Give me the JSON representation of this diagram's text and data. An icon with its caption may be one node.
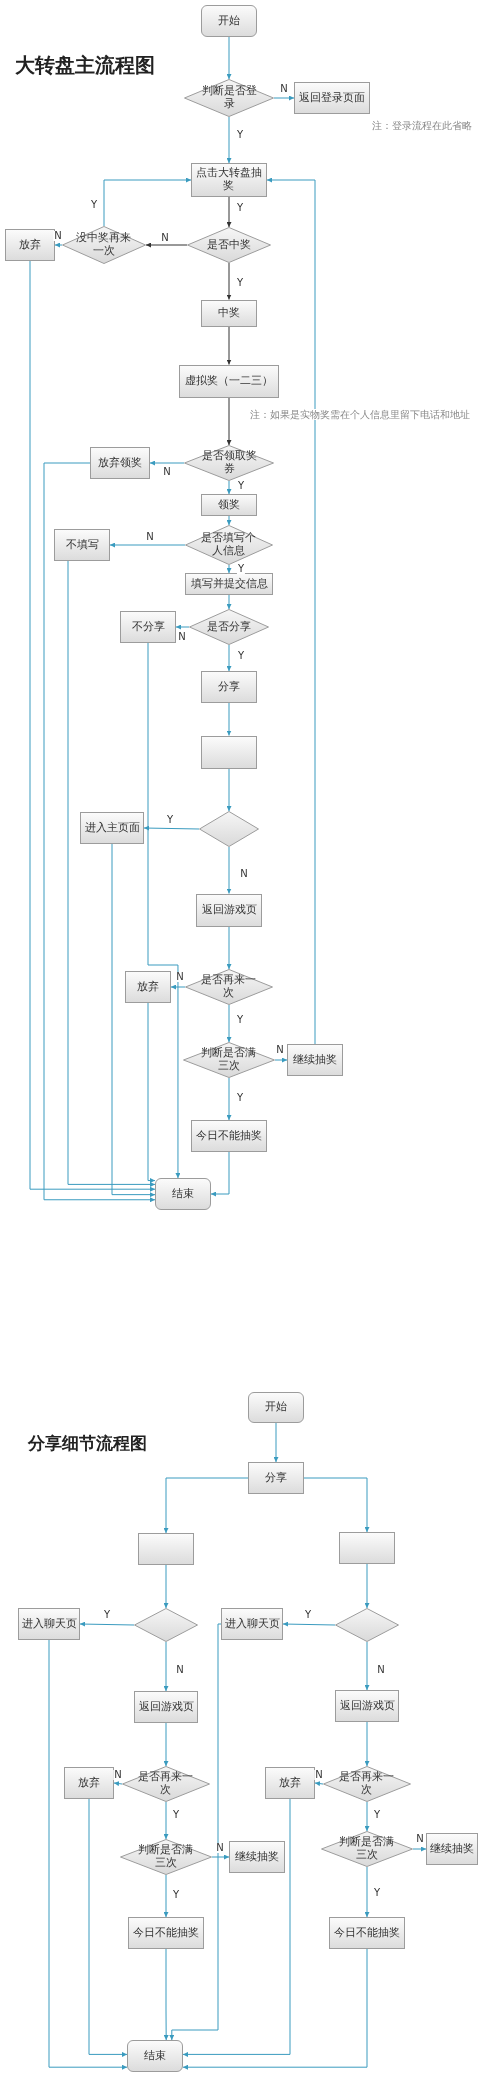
{
  "diagram": {
    "title": "大转盘主流程图",
    "nodes": [
      {
        "text": [
          "开始"
        ]
      },
      {
        "text": [
          "判断是否登录"
        ]
      },
      {
        "text": [
          "返回登录页面"
        ]
      },
      {
        "text": [
          "点击大转盘抽奖"
        ]
      },
      {
        "text": [
          "是否中奖"
        ]
      },
      {
        "text": [
          "没中奖再来一次"
        ]
      },
      {
        "text": [
          "放弃"
        ]
      },
      {
        "text": [
          "中奖"
        ]
      },
      {
        "text": [
          "虚拟奖（一二三）"
        ]
      },
      {
        "text": [
          "是否领取奖券"
        ]
      },
      {
        "text": [
          "放弃领奖"
        ]
      },
      {
        "text": [
          "领奖"
        ]
      },
      {
        "text": [
          "是否填写个人信息"
        ]
      },
      {
        "text": [
          "不填写"
        ]
      },
      {
        "text": [
          "填写并提交信息"
        ]
      },
      {
        "text": [
          "是否分享"
        ]
      },
      {
        "text": [
          "不分享"
        ]
      },
      {
        "text": [
          "分享"
        ]
      },
      {
        "text": [],
        "shape": "box"
      },
      {
        "text": [],
        "shape": "diamond"
      },
      {
        "text": [
          "进入主页面"
        ]
      },
      {
        "text": [
          "返回游戏页"
        ]
      },
      {
        "text": [
          "是否再来一次"
        ]
      },
      {
        "text": [
          "放弃"
        ]
      },
      {
        "text": [
          "判断是否满三次"
        ]
      },
      {
        "text": [
          "继续抽奖"
        ]
      },
      {
        "text": [
          "今日不能抽奖"
        ]
      },
      {
        "text": [
          "结束"
        ]
      },
      {
        "text": [
          "开始"
        ]
      },
      {
        "text": [
          "分享"
        ]
      },
      {
        "text": [],
        "shape": "box"
      },
      {
        "text": [],
        "shape": "box"
      },
      {
        "text": [],
        "shape": "diamond"
      },
      {
        "text": [
          "进入聊天页"
        ]
      },
      {
        "text": [
          "返回游戏页"
        ]
      },
      {
        "text": [
          "是否再来一次"
        ]
      },
      {
        "text": [
          "放弃"
        ]
      },
      {
        "text": [
          "判断是否满三次"
        ]
      },
      {
        "text": [
          "继续抽奖"
        ]
      },
      {
        "text": [
          "今日不能抽奖"
        ]
      },
      {
        "text": [
          "结束"
        ]
      },
      {
        "text": [],
        "shape": "diamond"
      },
      {
        "text": [
          "进入聊天页"
        ]
      },
      {
        "text": [
          "返回游戏页"
        ]
      },
      {
        "text": [
          "是否再来一次"
        ]
      },
      {
        "text": [
          "放弃"
        ]
      },
      {
        "text": [
          "判断是否满三次"
        ]
      },
      {
        "text": [
          "继续抽奖"
        ]
      },
      {
        "text": [
          "今日不能抽奖"
        ]
      }
    ],
    "edges": [
      {
        "from": 0,
        "to": 1,
        "arrow": "to"
      },
      {
        "from": 1,
        "to": 2,
        "arrow": "to",
        "label": "N"
      },
      {
        "from": 1,
        "to": 3,
        "arrow": "to",
        "label": "Y"
      },
      {
        "from": 3,
        "to": 4,
        "arrow": "to",
        "label": "Y",
        "color": "#333333"
      },
      {
        "from": 4,
        "to": 5,
        "arrow": "to",
        "label": "N",
        "color": "#333333"
      },
      {
        "from": 5,
        "to": 3,
        "arrow": "to",
        "label": "Y"
      },
      {
        "from": 5,
        "to": 6,
        "arrow": "to",
        "label": "N"
      },
      {
        "from": 4,
        "to": 7,
        "arrow": "to",
        "label": "Y",
        "color": "#333333"
      },
      {
        "from": 7,
        "to": 8,
        "arrow": "to",
        "color": "#333333"
      },
      {
        "from": 8,
        "to": 9,
        "arrow": "to",
        "color": "#333333"
      },
      {
        "from": 9,
        "to": 10,
        "arrow": "to",
        "label": "N"
      },
      {
        "from": 9,
        "to": 11,
        "arrow": "to",
        "label": "Y"
      },
      {
        "from": 11,
        "to": 12,
        "arrow": "to"
      },
      {
        "from": 12,
        "to": 13,
        "arrow": "to",
        "label": "N"
      },
      {
        "from": 12,
        "to": 14,
        "arrow": "to",
        "label": "Y"
      },
      {
        "from": 14,
        "to": 15,
        "arrow": "to"
      },
      {
        "from": 15,
        "to": 16,
        "arrow": "to",
        "label": "N"
      },
      {
        "from": 15,
        "to": 17,
        "arrow": "to",
        "label": "Y"
      },
      {
        "from": 17,
        "to": 18,
        "arrow": "to"
      },
      {
        "from": 18,
        "to": 19,
        "arrow": "to"
      },
      {
        "from": 19,
        "to": 20,
        "arrow": "to",
        "label": "Y"
      },
      {
        "from": 19,
        "to": 21,
        "arrow": "to",
        "label": "N"
      },
      {
        "from": 21,
        "to": 22,
        "arrow": "to"
      },
      {
        "from": 22,
        "to": 23,
        "arrow": "to",
        "label": "N"
      },
      {
        "from": 22,
        "to": 24,
        "arrow": "to",
        "label": "Y"
      },
      {
        "from": 24,
        "to": 25,
        "arrow": "to",
        "label": "N"
      },
      {
        "from": 25,
        "to": 3,
        "arrow": "to"
      },
      {
        "from": 24,
        "to": 26,
        "arrow": "to",
        "label": "Y"
      },
      {
        "from": 26,
        "to": 27,
        "arrow": "to"
      },
      {
        "from": 6,
        "to": 27,
        "arrow": "to"
      },
      {
        "from": 10,
        "to": 27,
        "arrow": "to"
      },
      {
        "from": 13,
        "to": 27,
        "arrow": "to"
      },
      {
        "from": 16,
        "to": 27,
        "arrow": "to"
      },
      {
        "from": 20,
        "to": 27,
        "arrow": "to"
      },
      {
        "from": 23,
        "to": 27,
        "arrow": "to"
      },
      {
        "from": 28,
        "to": 29,
        "arrow": "to"
      },
      {
        "from": 29,
        "to": 30,
        "arrow": "to"
      },
      {
        "from": 29,
        "to": 31,
        "arrow": "to"
      },
      {
        "from": 30,
        "to": 32,
        "arrow": "to"
      },
      {
        "from": 32,
        "to": 33,
        "arrow": "to",
        "label": "Y"
      },
      {
        "from": 32,
        "to": 34,
        "arrow": "to",
        "label": "N"
      },
      {
        "from": 34,
        "to": 35,
        "arrow": "to"
      },
      {
        "from": 35,
        "to": 36,
        "arrow": "to",
        "label": "N"
      },
      {
        "from": 35,
        "to": 37,
        "arrow": "to",
        "label": "Y"
      },
      {
        "from": 37,
        "to": 38,
        "arrow": "to",
        "label": "N"
      },
      {
        "from": 37,
        "to": 39,
        "arrow": "to",
        "label": "Y"
      },
      {
        "from": 39,
        "to": 40,
        "arrow": "to"
      },
      {
        "from": 33,
        "to": 40,
        "arrow": "to"
      },
      {
        "from": 36,
        "to": 40,
        "arrow": "to"
      },
      {
        "from": 42,
        "to": 40,
        "arrow": "to"
      },
      {
        "from": 31,
        "to": 41,
        "arrow": "to"
      },
      {
        "from": 41,
        "to": 42,
        "arrow": "to",
        "label": "Y"
      },
      {
        "from": 41,
        "to": 43,
        "arrow": "to",
        "label": "N"
      },
      {
        "from": 43,
        "to": 44,
        "arrow": "to"
      },
      {
        "from": 44,
        "to": 45,
        "arrow": "to",
        "label": "N"
      },
      {
        "from": 44,
        "to": 46,
        "arrow": "to",
        "label": "Y"
      },
      {
        "from": 46,
        "to": 47,
        "arrow": "to",
        "label": "N"
      },
      {
        "from": 46,
        "to": 48,
        "arrow": "to",
        "label": "Y"
      },
      {
        "from": 45,
        "to": 40,
        "arrow": "to"
      },
      {
        "from": 48,
        "to": 40,
        "arrow": "to"
      }
    ],
    "labels": [
      "注：登录流程在此省略",
      "注：如果是实物奖需在个人信息里留下电话和地址",
      "分享细节流程图"
    ]
  }
}
